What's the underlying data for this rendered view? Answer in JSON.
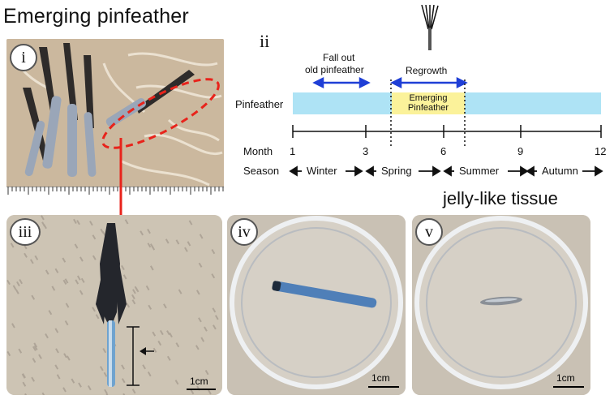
{
  "figure": {
    "title": "Emerging pinfeather",
    "right_caption": "jelly-like tissue"
  },
  "panels": {
    "i": {
      "label": "i"
    },
    "iii": {
      "label": "iii",
      "scale": "1cm"
    },
    "iv": {
      "label": "iv",
      "scale": "1cm"
    },
    "v": {
      "label": "v",
      "scale": "1cm"
    }
  },
  "timeline": {
    "panel_label": "ii",
    "row_label": "Pinfeather",
    "fall_out_label_line1": "Fall out",
    "fall_out_label_line2": "old pinfeather",
    "regrowth_label": "Regrowth",
    "emerging_line1": "Emerging",
    "emerging_line2": "Pinfeather",
    "month_label": "Month",
    "season_label": "Season",
    "months": [
      "1",
      "3",
      "6",
      "9",
      "12"
    ],
    "seasons": [
      "Winter",
      "Spring",
      "Summer",
      "Autumn"
    ],
    "colors": {
      "bar": "#aee3f5",
      "emerging": "#fbf29a",
      "arrow": "#1f3fd6",
      "pointer": "#e8231b",
      "ellipse": "#e8231b"
    }
  }
}
